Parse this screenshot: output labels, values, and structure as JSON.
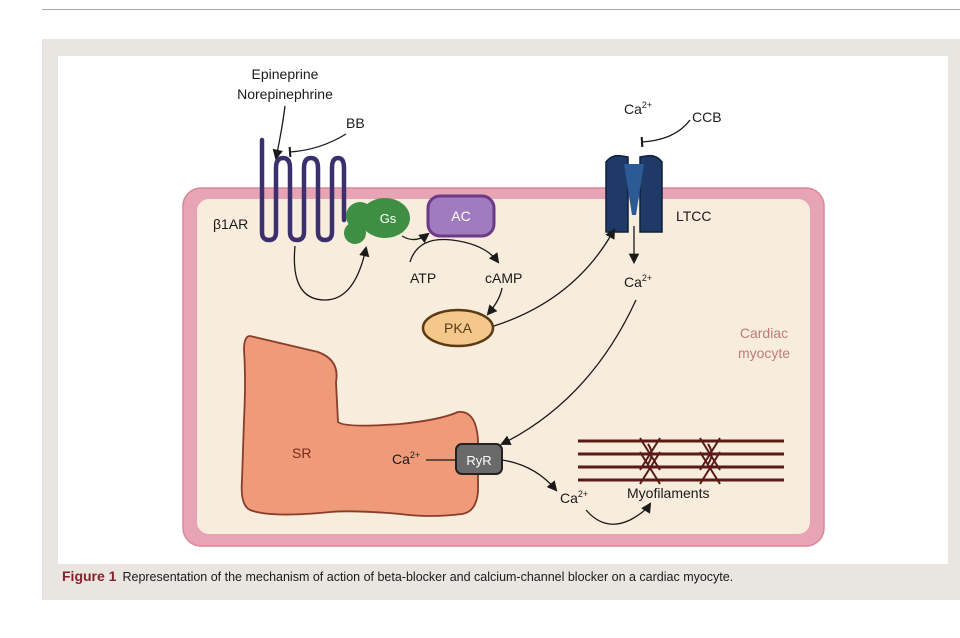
{
  "figure": {
    "caption_label": "Figure 1",
    "caption_text": "Representation of the mechanism of action of beta-blocker and calcium-channel blocker on a cardiac myocyte."
  },
  "labels": {
    "epinephrine": "Epineprine",
    "norepinephrine": "Norepinephrine",
    "bb": "BB",
    "b1ar": "β1AR",
    "gs": "Gs",
    "ac": "AC",
    "atp": "ATP",
    "camp": "cAMP",
    "pka": "PKA",
    "ca_top": "Ca",
    "ca_top_sup": "2+",
    "ccb": "CCB",
    "ltcc": "LTCC",
    "ca_mid": "Ca",
    "ca_mid_sup": "2+",
    "cell_name_1": "Cardiac",
    "cell_name_2": "myocyte",
    "sr": "SR",
    "ca_sr": "Ca",
    "ca_sr_sup": "2+",
    "ryr": "RyR",
    "ca_low": "Ca",
    "ca_low_sup": "2+",
    "myofilaments": "Myofilaments"
  },
  "colors": {
    "membrane": "#e6a4b4",
    "cytoplasm": "#f8ecdc",
    "receptor": "#3b2f6e",
    "gs": "#3e8f44",
    "ac": "#6e3a88",
    "pka": "#f3c88a",
    "ltcc": "#1f3a66",
    "sr": "#ef9a78",
    "ryr": "#6a6a6a",
    "myofilament": "#5a1a16",
    "cell_label": "#c07a80",
    "caption_label": "#8a1f2b"
  }
}
